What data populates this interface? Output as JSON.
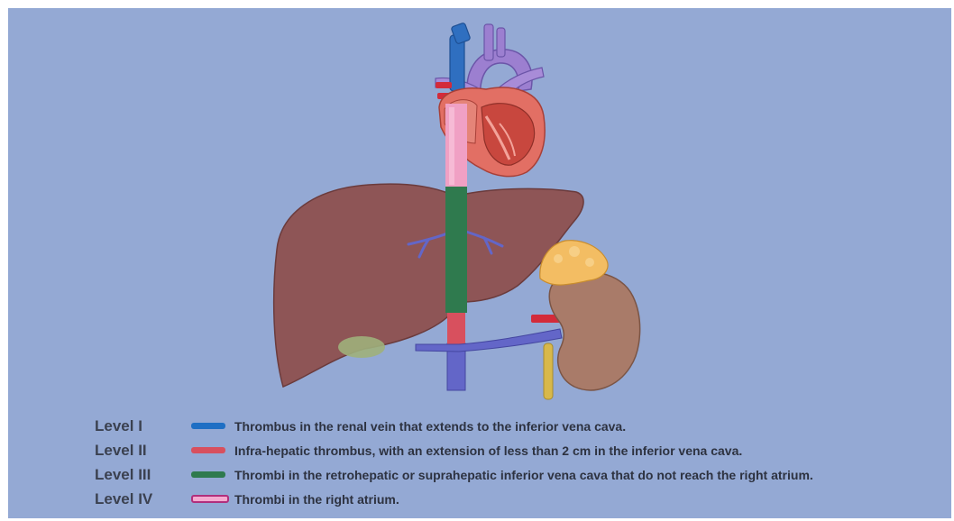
{
  "legend": {
    "items": [
      {
        "level": "Level I",
        "description": "Thrombus in the renal vein that extends to the inferior vena cava.",
        "color": "#1f6fc4",
        "border": "#1f6fc4"
      },
      {
        "level": "Level II",
        "description": "Infra-hepatic thrombus, with an extension of less than 2 cm in the inferior vena cava.",
        "color": "#d8505e",
        "border": "#d8505e"
      },
      {
        "level": "Level III",
        "description": "Thrombi in the retrohepatic or suprahepatic inferior vena cava that do not reach the right atrium.",
        "color": "#2f7a4e",
        "border": "#2f7a4e"
      },
      {
        "level": "Level IV",
        "description": "Thrombi in the right atrium.",
        "color": "#f5a9cf",
        "border": "#b02f7c"
      }
    ]
  },
  "illustration": {
    "liver_color": "#8e5556",
    "heart_color": "#e26f64",
    "kidney_color": "#a97b69",
    "adrenal_color": "#f3bd63",
    "vein_color": "#6366c8",
    "artery_color": "#d32b3a",
    "gallbladder_color": "#9fb07b"
  }
}
